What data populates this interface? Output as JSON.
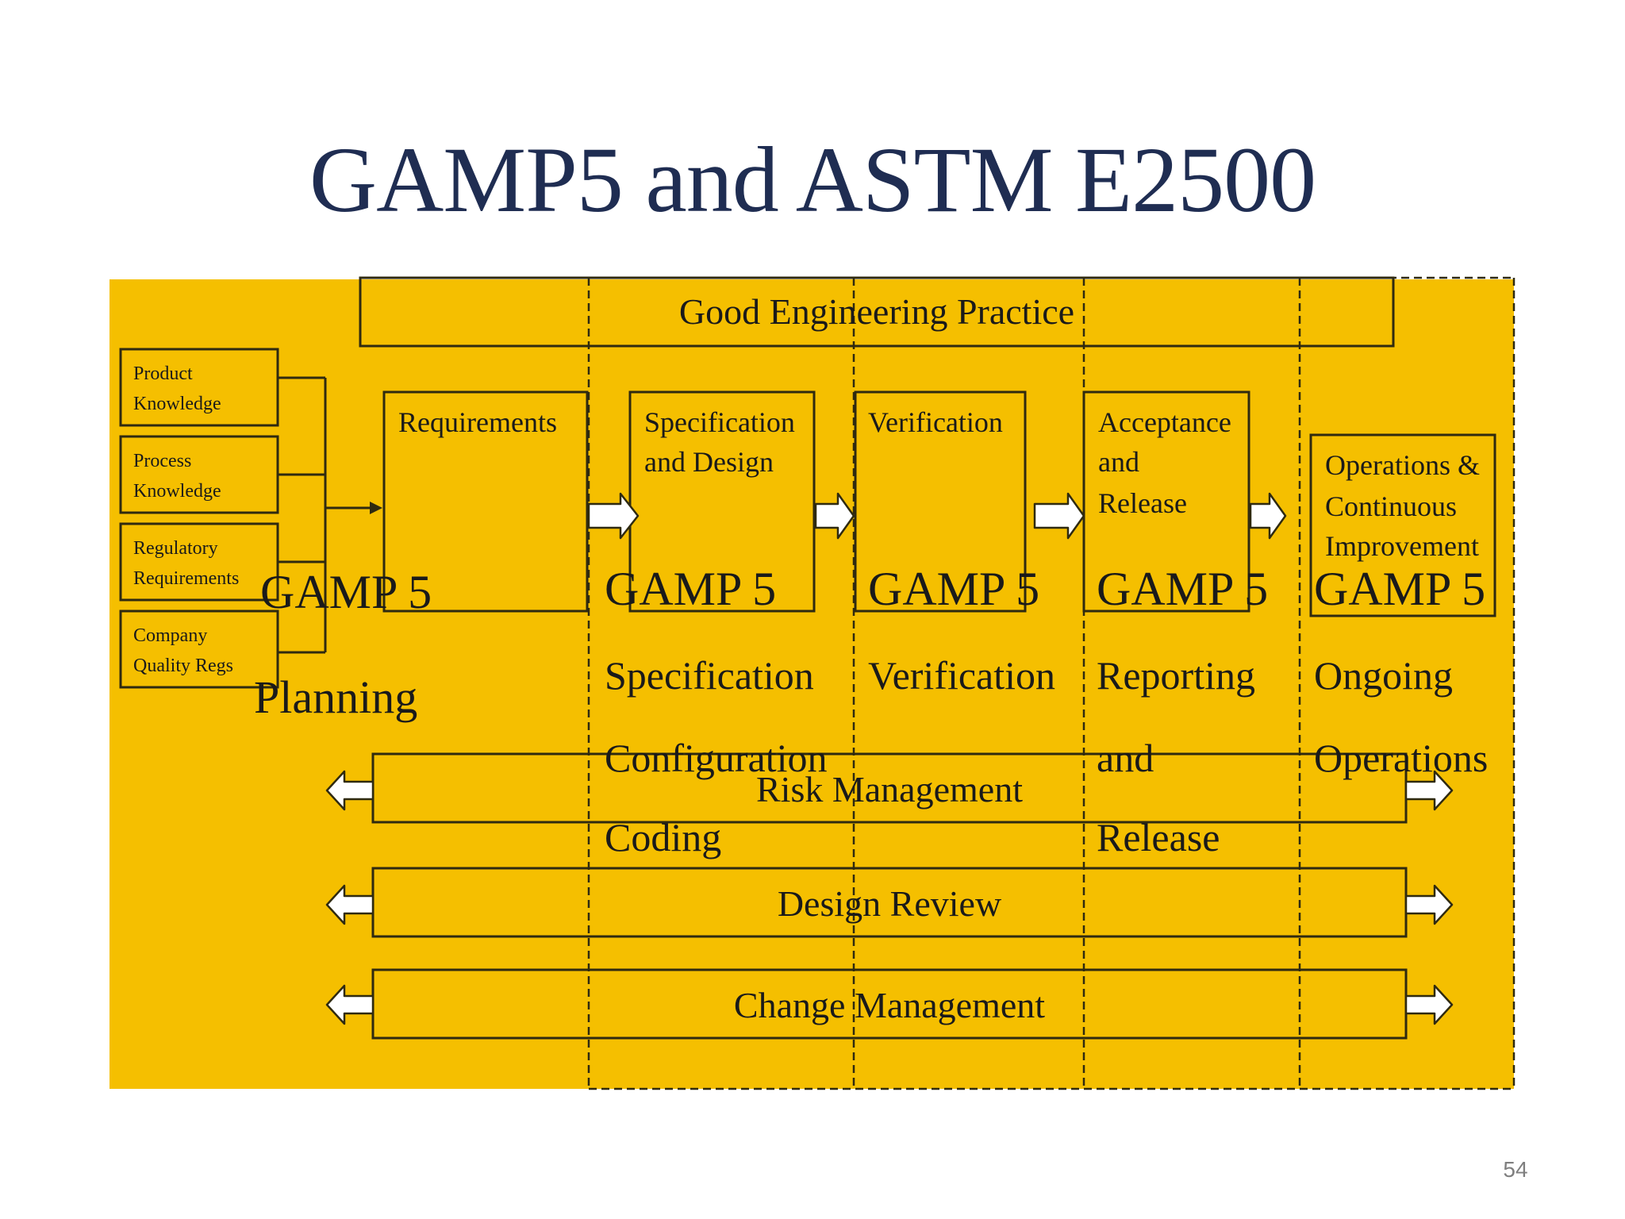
{
  "title": "GAMP5 and ASTM E2500",
  "slide_number": "54",
  "colors": {
    "background": "#f5bf00",
    "stroke": "#2f2a10",
    "title": "#1f2d52",
    "arrow_fill": "#ffffff"
  },
  "banner": "Good Engineering Practice",
  "inputs": [
    {
      "line1": "Product",
      "line2": "Knowledge"
    },
    {
      "line1": "Process",
      "line2": "Knowledge"
    },
    {
      "line1": "Regulatory",
      "line2": "Requirements"
    },
    {
      "line1": "Company",
      "line2": "Quality Regs"
    }
  ],
  "phases": [
    {
      "lines": [
        "Requirements"
      ]
    },
    {
      "lines": [
        "Specification",
        "and Design"
      ]
    },
    {
      "lines": [
        "Verification"
      ]
    },
    {
      "lines": [
        "Acceptance",
        "and",
        "Release"
      ]
    },
    {
      "lines": [
        "Operations &",
        "Continuous",
        "Improvement"
      ]
    }
  ],
  "gamp_label": "GAMP 5",
  "gamp_columns": [
    {
      "lines": [
        "Planning"
      ]
    },
    {
      "lines": [
        "Specification",
        "Configuration",
        "Coding"
      ]
    },
    {
      "lines": [
        "Verification"
      ]
    },
    {
      "lines": [
        "Reporting",
        "and",
        "Release"
      ]
    },
    {
      "lines": [
        "Ongoing",
        "Operations"
      ]
    }
  ],
  "bars": [
    "Risk Management",
    "Design Review",
    "Change Management"
  ]
}
